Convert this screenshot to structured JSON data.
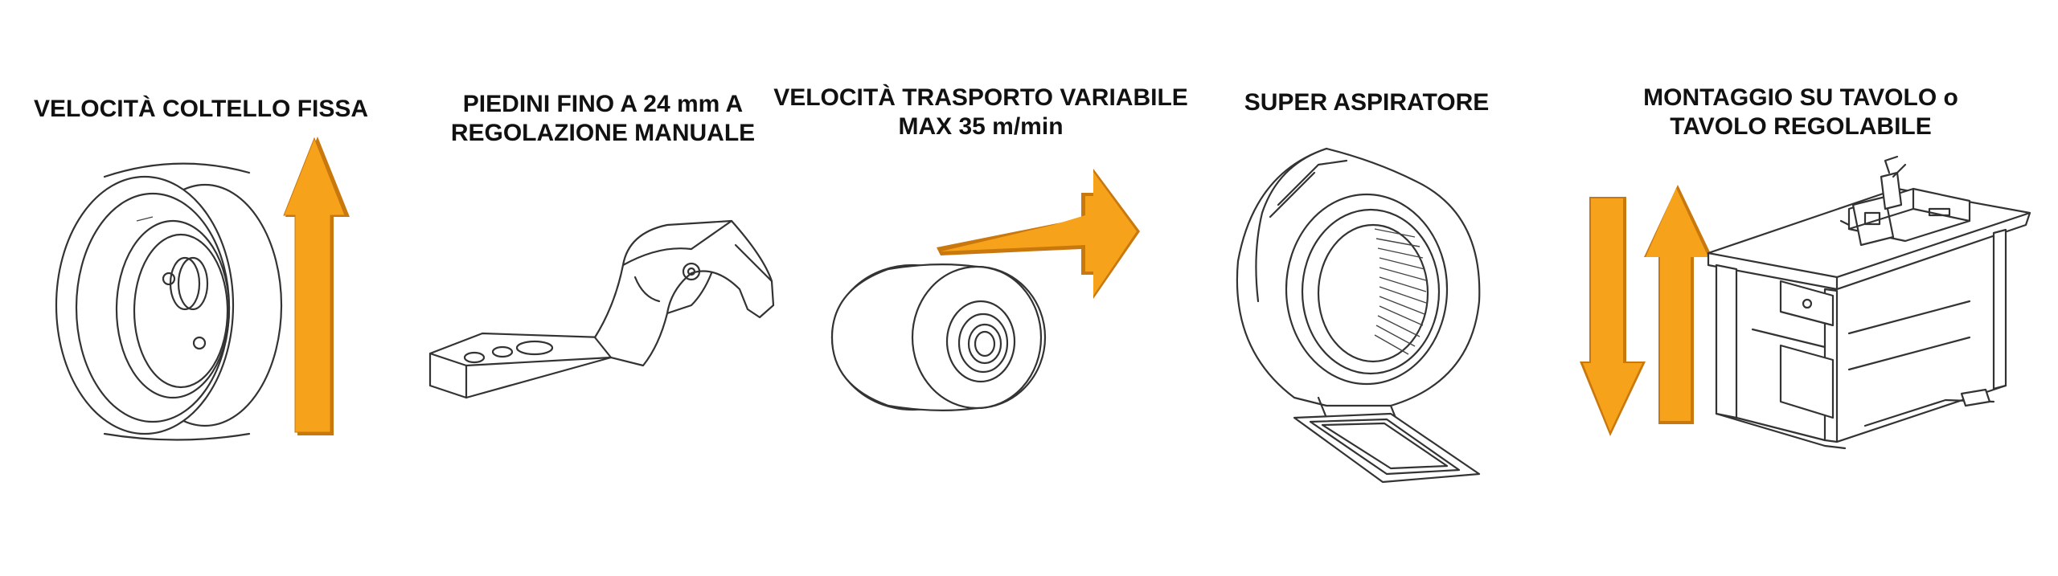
{
  "features": [
    {
      "id": "knife-speed",
      "lines": [
        "VELOCITÀ COLTELLO FISSA"
      ],
      "icon": "knife-wheel-icon",
      "arrow": "up"
    },
    {
      "id": "presser-feet",
      "lines": [
        "PIEDINI FINO A 24 mm A",
        "REGOLAZIONE MANUALE"
      ],
      "icon": "presser-foot-icon",
      "arrow": "none"
    },
    {
      "id": "transport-speed",
      "lines": [
        "VELOCITÀ TRASPORTO VARIABILE",
        "MAX 35 m/min"
      ],
      "icon": "feed-roller-icon",
      "arrow": "right"
    },
    {
      "id": "aspirator",
      "lines": [
        "SUPER ASPIRATORE"
      ],
      "icon": "blower-fan-icon",
      "arrow": "none"
    },
    {
      "id": "table-mount",
      "lines": [
        "MONTAGGIO SU TAVOLO o",
        "TAVOLO REGOLABILE"
      ],
      "icon": "sewing-table-icon",
      "arrow": "up-down"
    }
  ],
  "colors": {
    "arrow_orange": "#F7A21B",
    "arrow_shadow": "#C9780E",
    "line_art": "#333333",
    "caption_text": "#111111"
  }
}
